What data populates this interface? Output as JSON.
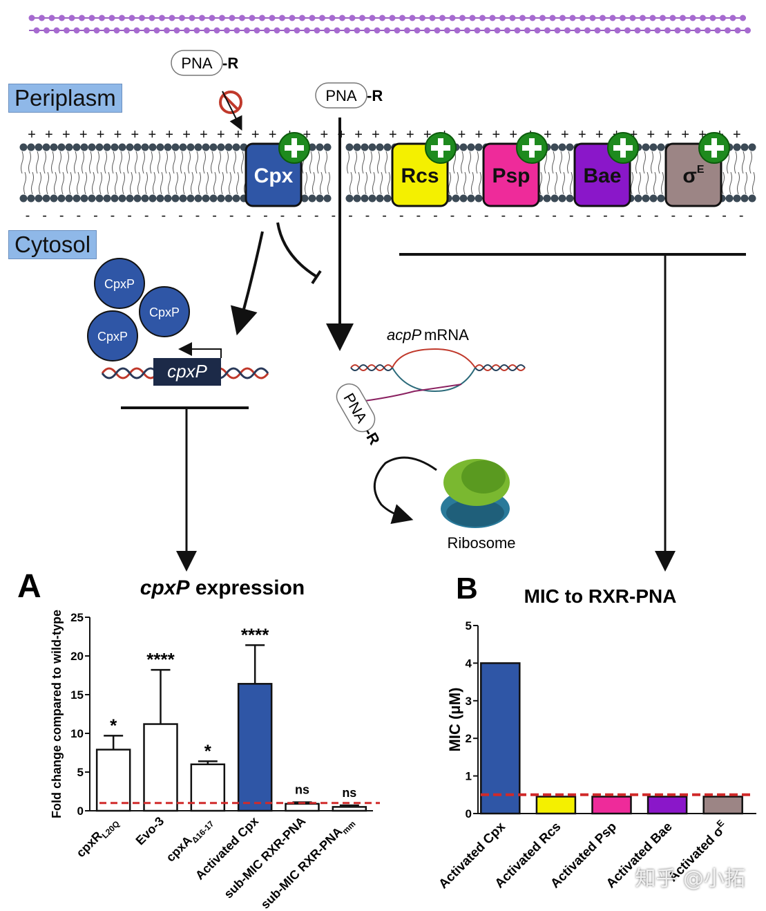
{
  "diagram": {
    "periplasm_label": "Periplasm",
    "cytosol_label": "Cytosol",
    "pna_label": "PNA",
    "pna_r_suffix": "-R",
    "plus_sign": "+",
    "minus_sign": "-",
    "sensors": [
      {
        "name": "Cpx",
        "color": "#2f56a6",
        "text_color": "#ffffff"
      },
      {
        "name": "Rcs",
        "color": "#f4f000",
        "text_color": "#111111"
      },
      {
        "name": "Psp",
        "color": "#ee2b9a",
        "text_color": "#111111"
      },
      {
        "name": "Bae",
        "color": "#8a17c9",
        "text_color": "#111111"
      },
      {
        "name": "σE",
        "color": "#9c8585",
        "text_color": "#111111"
      }
    ],
    "cpxp_protein": "CpxP",
    "cpxp_gene": "cpxP",
    "mrna_italic": "acpP",
    "mrna_rest": " mRNA",
    "ribosome_label": "Ribosome"
  },
  "chart_data": [
    {
      "panel": "A",
      "type": "bar",
      "title_italic": "cpxP",
      "title_rest": " expression",
      "ylabel": "Fold change compared to wild-type",
      "ylim": [
        0,
        25
      ],
      "yticks": [
        0,
        5,
        10,
        15,
        20,
        25
      ],
      "reference_line": 1,
      "categories": [
        "cpxR L20Q",
        "Evo-3",
        "cpxA Δ16-17",
        "Activated Cpx",
        "sub-MIC RXR-PNA",
        "sub-MIC RXR-PNA mm"
      ],
      "category_labels": [
        {
          "main": "cpxR",
          "sub": "L20Q"
        },
        {
          "main": "Evo-3",
          "sub": ""
        },
        {
          "main": "cpxA",
          "sub": "Δ16-17"
        },
        {
          "main": "Activated Cpx",
          "sub": ""
        },
        {
          "main": "sub-MIC RXR-PNA",
          "sub": ""
        },
        {
          "main": "sub-MIC RXR-PNA",
          "sub": "mm"
        }
      ],
      "values": [
        7.9,
        11.2,
        6.0,
        16.4,
        0.9,
        0.5
      ],
      "errors": [
        1.8,
        7.0,
        0.4,
        5.0,
        0.2,
        0.2
      ],
      "significance": [
        "*",
        "****",
        "*",
        "****",
        "ns",
        "ns"
      ],
      "bar_colors": [
        "#ffffff",
        "#ffffff",
        "#ffffff",
        "#2f56a6",
        "#ffffff",
        "#ffffff"
      ]
    },
    {
      "panel": "B",
      "type": "bar",
      "title": "MIC to RXR-PNA",
      "ylabel": "MIC (μM)",
      "ylim": [
        0,
        5
      ],
      "yticks": [
        0,
        1,
        2,
        3,
        4,
        5
      ],
      "reference_line": 0.5,
      "categories": [
        "Activated Cpx",
        "Activated Rcs",
        "Activated Psp",
        "Activated Bae",
        "Activated σE"
      ],
      "category_labels": [
        {
          "main": "Activated Cpx",
          "sup": ""
        },
        {
          "main": "Activated Rcs",
          "sup": ""
        },
        {
          "main": "Activated Psp",
          "sup": ""
        },
        {
          "main": "Activated Bae",
          "sup": ""
        },
        {
          "main": "Activated σ",
          "sup": "E"
        }
      ],
      "values": [
        4,
        0.45,
        0.45,
        0.45,
        0.45
      ],
      "bar_colors": [
        "#2f56a6",
        "#f4f000",
        "#ee2b9a",
        "#8a17c9",
        "#9c8585"
      ]
    }
  ],
  "watermark": "知乎 @小拓"
}
